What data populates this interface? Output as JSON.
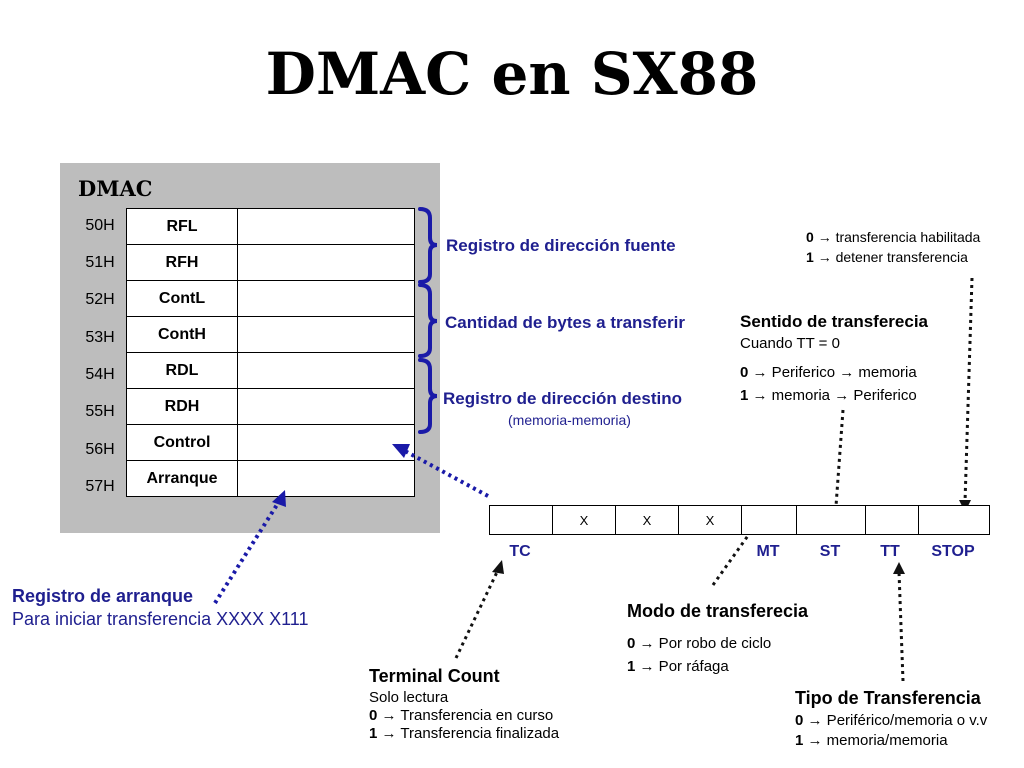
{
  "title": "DMAC en SX88",
  "panel": {
    "title": "DMAC",
    "registers": [
      {
        "addr": "50H",
        "name": "RFL"
      },
      {
        "addr": "51H",
        "name": "RFH"
      },
      {
        "addr": "52H",
        "name": "ContL"
      },
      {
        "addr": "53H",
        "name": "ContH"
      },
      {
        "addr": "54H",
        "name": "RDL"
      },
      {
        "addr": "55H",
        "name": "RDH"
      },
      {
        "addr": "56H",
        "name": "Control"
      },
      {
        "addr": "57H",
        "name": "Arranque"
      }
    ]
  },
  "groups": {
    "fuente": "Registro de dirección fuente",
    "cantidad": "Cantidad de bytes a transferir",
    "destino": "Registro de dirección destino",
    "destino_note": "(memoria-memoria)"
  },
  "control_bits": {
    "cells": [
      "",
      "X",
      "X",
      "X",
      "",
      "",
      "",
      ""
    ],
    "labels": {
      "tc": "TC",
      "mt": "MT",
      "st": "ST",
      "tt": "TT",
      "stop": "STOP"
    }
  },
  "stop_note": {
    "line1_bit": "0",
    "line1_text": "→ transferencia habilitada",
    "line2_bit": "1",
    "line2_text": "→ detener transferencia"
  },
  "sentido": {
    "title": "Sentido de transferecia",
    "cond": "Cuando TT = 0",
    "line1_bit": "0",
    "line1_text": "→ Periferico → memoria",
    "line2_bit": "1",
    "line2_text": "→ memoria → Periferico"
  },
  "arranque": {
    "title": "Registro de arranque",
    "text": "Para iniciar transferencia XXXX X111"
  },
  "modo": {
    "title": "Modo de transferecia",
    "line1_bit": "0",
    "line1_text": "→ Por robo de ciclo",
    "line2_bit": "1",
    "line2_text": "→ Por ráfaga"
  },
  "terminal": {
    "title": "Terminal Count",
    "sub": "Solo lectura",
    "line1_bit": "0",
    "line1_text": "→ Transferencia en curso",
    "line2_bit": "1",
    "line2_text": "→ Transferencia finalizada"
  },
  "tipo": {
    "title": "Tipo de Transferencia",
    "line1_bit": "0",
    "line1_text": "→ Periférico/memoria o v.v",
    "line2_bit": "1",
    "line2_text": "→ memoria/memoria"
  },
  "colors": {
    "accent": "#1f1f8f",
    "panel": "#bdbdbd"
  }
}
